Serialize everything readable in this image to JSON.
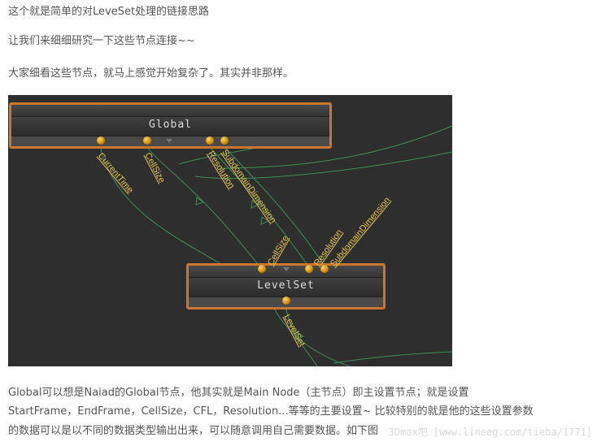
{
  "paragraphs": {
    "p1": "这个就是简单的对LeveSet处理的链接思路",
    "p2": "让我们来细细研究一下这些节点连接~~",
    "p3": "大家细看这些节点，就马上感觉开始复杂了。其实并非那样。"
  },
  "graph": {
    "global_node": {
      "title": "Global"
    },
    "levelset_node": {
      "title": "LevelSet"
    },
    "labels": {
      "currenttime": "CurrentTime",
      "cellsize_out": "CellSize",
      "resolution_out": "Resolution",
      "subdomain_out": "SubdomainDimension",
      "cellsize_in": "CellSize",
      "resolution_in": "Resolution",
      "subdomain_in": "SubdomainDimension",
      "levelset_out": "LevelSet"
    }
  },
  "bottom_text": {
    "line1": "Global可以想是Naiad的Global节点，他其实就是Main Node（主节点）即主设置节点；就是设置",
    "line2": "StartFrame，EndFrame，CellSize，CFL，Resolution...等等的主要设置~ 比较特别的就是他的这些设置参数",
    "line3": "的数据可以是以不同的数据类型输出出来，可以随意调用自己需要数据。如下图"
  },
  "watermark": "3Dmax吧 [www.lineeg.com/tieba/1771]"
}
